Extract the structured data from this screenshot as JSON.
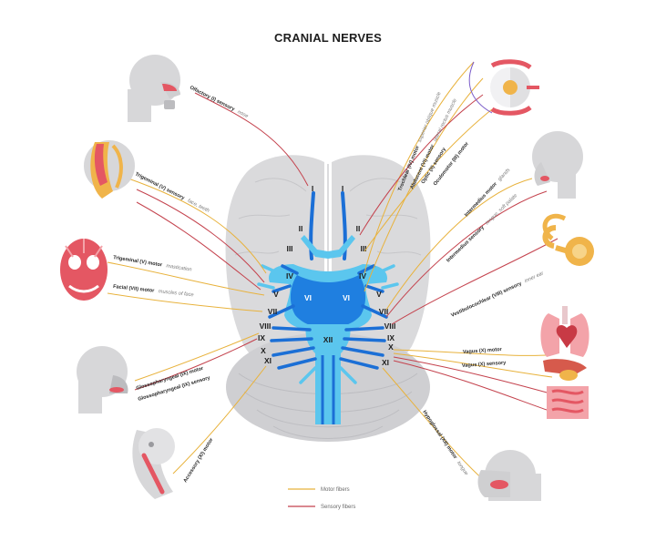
{
  "title": "CRANIAL NERVES",
  "colors": {
    "motor_fiber": "#e8b23c",
    "sensory_fiber": "#c4424d",
    "brain": "#d9d9db",
    "nerve_light": "#5bc6ee",
    "nerve_dark": "#1b6fd6"
  },
  "nerve_numerals": {
    "I_left": "I",
    "I_right": "I",
    "II_left": "II",
    "II_right": "II",
    "III_left": "III",
    "III_right": "III",
    "IV_left": "IV",
    "IV_right": "IV",
    "V_left": "V",
    "V_right": "V",
    "VI_left": "VI",
    "VI_right": "VI",
    "VII_left": "VII",
    "VII_right": "VII",
    "VIII_left": "VIII",
    "VIII_right": "VIII",
    "IX_left": "IX",
    "IX_right": "IX",
    "X_left": "X",
    "X_right": "X",
    "XI_left": "XI",
    "XI_right": "XI",
    "XII": "XII"
  },
  "labels": {
    "olfactory": {
      "nerve": "Olfactory (I) sensory",
      "function": "nose"
    },
    "trigeminal_sensory": {
      "nerve": "Trigeminal (V) sensory",
      "function": "face, teeth"
    },
    "trigeminal_motor": {
      "nerve": "Trigeminal (V) motor",
      "function": "mastication"
    },
    "facial_motor": {
      "nerve": "Facial (VII) motor",
      "function": "muscles of face"
    },
    "glosso_motor": {
      "nerve": "Glossopharyngeal (IX) motor",
      "function": ""
    },
    "glosso_sensory": {
      "nerve": "Glossopharyngeal (IX) sensory",
      "function": ""
    },
    "accessory_motor": {
      "nerve": "Accessory (XI) motor",
      "function": ""
    },
    "trochlear_motor": {
      "nerve": "Trochlear (IV) motor",
      "function": "superior oblique muscle"
    },
    "abducens_motor": {
      "nerve": "Abducent (VI) motor",
      "function": "lateral rectus muscle"
    },
    "optic_sensory": {
      "nerve": "Optic (II) sensory",
      "function": ""
    },
    "oculomotor": {
      "nerve": "Oculomotor (III) motor",
      "function": ""
    },
    "intermedius_motor": {
      "nerve": "Intermedius motor",
      "function": "glands"
    },
    "intermedius_sensory": {
      "nerve": "Intermedius sensory",
      "function": "tongue, soft palate"
    },
    "vestibulocochlear": {
      "nerve": "Vestibulocochlear (VIII) sensory",
      "function": "inner ear"
    },
    "vagus_motor": {
      "nerve": "Vagus (X) motor",
      "function": ""
    },
    "vagus_sensory": {
      "nerve": "Vagus (X) sensory",
      "function": ""
    },
    "hypoglossal_motor": {
      "nerve": "Hypoglossal (XII) motor",
      "function": "tongue"
    }
  },
  "legend": [
    {
      "label": "Motor fibers",
      "color": "#e8b23c"
    },
    {
      "label": "Sensory fibers",
      "color": "#c4424d"
    }
  ]
}
